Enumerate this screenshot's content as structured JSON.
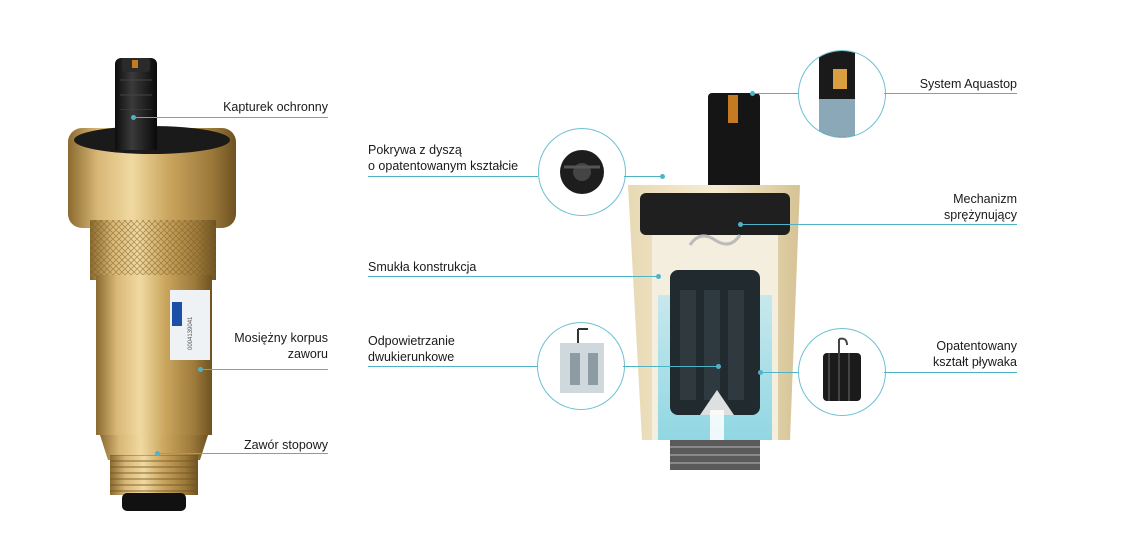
{
  "left_valve": {
    "labels": {
      "cap": "Kapturek ochronny",
      "body_line1": "Mosiężny korpus",
      "body_line2": "zaworu",
      "foot": "Zawór stopowy"
    },
    "sticker_text": "0004139041"
  },
  "cutaway_valve": {
    "labels": {
      "cover_line1": "Pokrywa z dyszą",
      "cover_line2": "o opatentowanym kształcie",
      "construction": "Smukła konstrukcja",
      "venting_line1": "Odpowietrzanie",
      "venting_line2": "dwukierunkowe",
      "aquastop": "System Aquastop",
      "spring_line1": "Mechanizm",
      "spring_line2": "sprężynujący",
      "float_line1": "Opatentowany",
      "float_line2": "kształt pływaka"
    }
  },
  "colors": {
    "leader": "#4fb3c8",
    "brass": "#c9a55e",
    "cap": "#1b1b1b",
    "water": "#7fd3e3"
  }
}
